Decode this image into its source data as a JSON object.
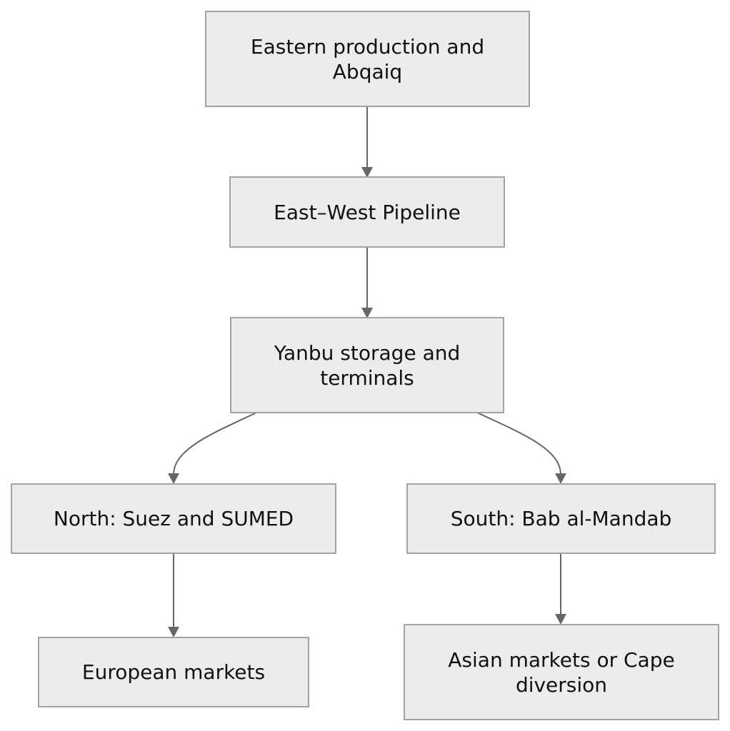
{
  "diagram": {
    "type": "flowchart",
    "direction": "top-down",
    "style": {
      "node_fill": "#ececec",
      "node_border": "#a3a3a3",
      "edge_color": "#666666",
      "text_color": "#111111"
    },
    "nodes": {
      "eastern": {
        "label": "Eastern production and\nAbqaiq"
      },
      "pipeline": {
        "label": "East–West Pipeline"
      },
      "yanbu": {
        "label": "Yanbu storage and\nterminals"
      },
      "north": {
        "label": "North: Suez and SUMED"
      },
      "south": {
        "label": "South: Bab al-Mandab"
      },
      "europe": {
        "label": "European markets"
      },
      "asia": {
        "label": "Asian markets or Cape\ndiversion"
      }
    },
    "edges": [
      {
        "from": "eastern",
        "to": "pipeline"
      },
      {
        "from": "pipeline",
        "to": "yanbu"
      },
      {
        "from": "yanbu",
        "to": "north"
      },
      {
        "from": "yanbu",
        "to": "south"
      },
      {
        "from": "north",
        "to": "europe"
      },
      {
        "from": "south",
        "to": "asia"
      }
    ]
  }
}
